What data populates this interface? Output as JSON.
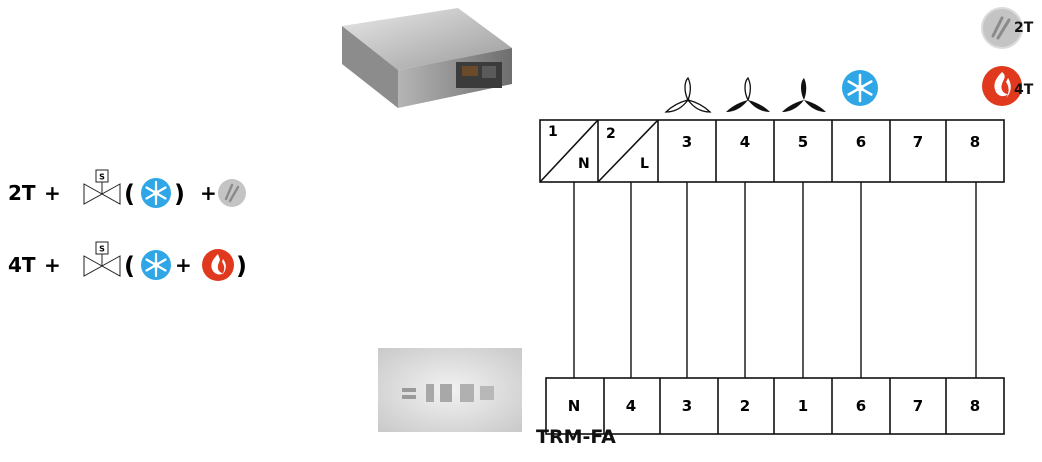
{
  "legend": {
    "two_pipe_label": "2T",
    "four_pipe_label": "4T"
  },
  "formulas": [
    {
      "prefix": "2T",
      "plus": "+",
      "open": "(",
      "close": ")",
      "plus2": "+"
    },
    {
      "prefix": "4T",
      "plus": "+",
      "open": "(",
      "plus_mid": "+",
      "close": ")"
    }
  ],
  "valve_symbol_label": "S",
  "top_terminals": [
    {
      "num": "1",
      "sub": "N"
    },
    {
      "num": "2",
      "sub": "L"
    },
    {
      "num": "3"
    },
    {
      "num": "4"
    },
    {
      "num": "5"
    },
    {
      "num": "6"
    },
    {
      "num": "7"
    },
    {
      "num": "8"
    }
  ],
  "bottom_terminals": [
    "N",
    "4",
    "3",
    "2",
    "1",
    "6",
    "7",
    "8"
  ],
  "device_name": "TRM-FA",
  "colors": {
    "snow": "#2fa7e6",
    "flame": "#e0391d",
    "line": "#111111",
    "heater_gray": "#bdbdbd"
  },
  "icons": {
    "fan_speed": "fan-icon",
    "cooling": "snowflake-icon",
    "heating": "flame-icon",
    "electric_heater": "heater-element-icon",
    "valve": "solenoid-valve-icon"
  }
}
